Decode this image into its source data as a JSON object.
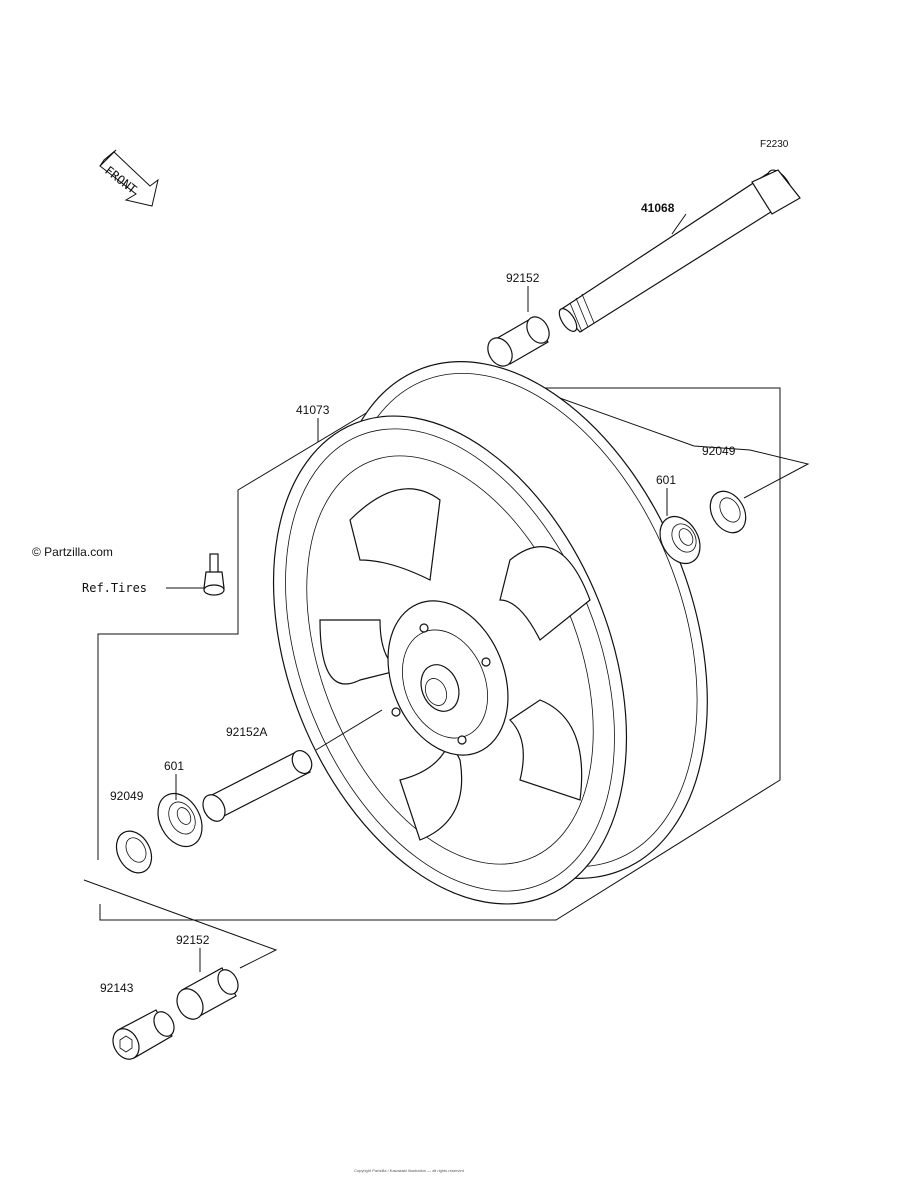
{
  "diagram_code": "F2230",
  "front_arrow_label": "FRONT",
  "watermark": "© Partzilla.com",
  "callouts": {
    "axle": "41068",
    "collar_top": "92152",
    "wheel": "41073",
    "seal_right": "92049",
    "bearing_right": "601",
    "ref_tires": "Ref.Tires",
    "spacer": "92152A",
    "bearing_left": "601",
    "seal_left": "92049",
    "collar_bottom": "92152",
    "nut": "92143"
  },
  "footer_text": "Copyright Partzilla / Kawasaki illustration — all rights reserved"
}
